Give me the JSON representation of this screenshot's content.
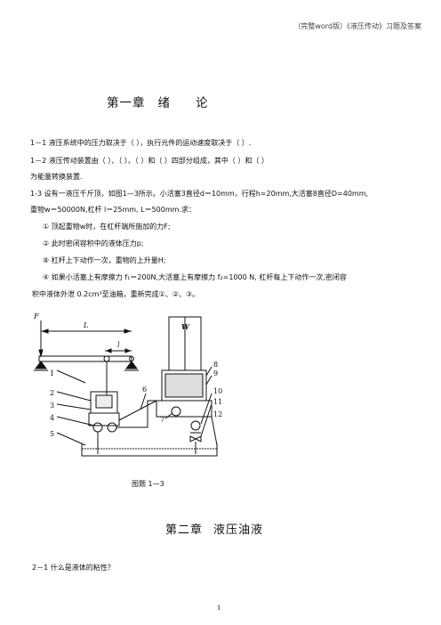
{
  "header": "（完整word版）《液压传动》习题及答案",
  "chapter1": {
    "num": "第一章",
    "c1": "绪",
    "c2": "论"
  },
  "q1_1": "1－1 液压系统中的压力取决于（     ），执行元件的运动速度取决于（     ）.",
  "q1_2a": "1－2 液压传动装置由（     ）、（     ）、（     ）和（     ）四部分组成，其中（     ）和（     ）",
  "q1_2b": "为能量转换装置.",
  "q1_3a": "1-3 设有一液压千斤顶，如图1—3所示。小活塞3直径d＝10mm，行程h=20mm,大活塞8直径D=40mm,",
  "q1_3b": "重物w＝50000N,杠杆 l＝25mm, L＝500mm.求：",
  "items": [
    "① 顶起重物w时，在杠杆端所施加的力F;",
    "② 此时密闭容积中的液体压力p;",
    "⑧ 杠杆上下动作一次，重物的上升量H;",
    "④ 如果小活塞上有摩擦力 f₁＝200N,大活塞上有摩擦力 f₂=1000 N, 杠杆每上下动作一次,密闭容",
    "积中液体外泄 0.2cm³至油箱，重新完成①、②、③。"
  ],
  "figure": {
    "labels": {
      "F": "F",
      "L": "L",
      "l": "l",
      "W": "W"
    },
    "numbers": [
      "1",
      "2",
      "3",
      "4",
      "5",
      "6",
      "7",
      "8",
      "9",
      "10",
      "11",
      "12"
    ],
    "caption": "图题 1—3"
  },
  "chapter2": {
    "num": "第二章",
    "title": "液压油液"
  },
  "q2_1": "2－1 什么是液体的粘性？",
  "page_number": "1"
}
